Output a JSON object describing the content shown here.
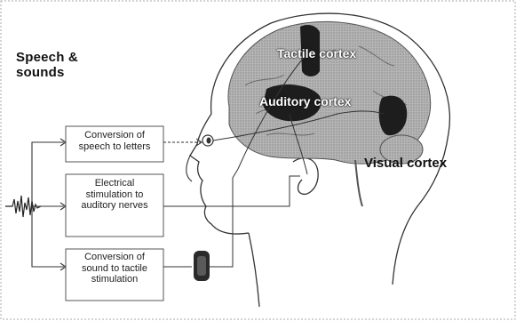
{
  "title": "Speech & sounds",
  "title_line1": "Speech &",
  "title_line2": "sounds",
  "boxes": [
    {
      "text": "Conversion of speech to letters"
    },
    {
      "text": "Electrical stimulation to auditory nerves"
    },
    {
      "text": "Conversion of sound to tactile stimulation"
    }
  ],
  "labels": {
    "tactile": "Tactile cortex",
    "auditory": "Auditory cortex",
    "visual": "Visual cortex"
  },
  "colors": {
    "line": "#333333",
    "brain_fill": "#a9a9a9",
    "cortex_dark": "#1a1a1a",
    "box_border": "#555555"
  }
}
